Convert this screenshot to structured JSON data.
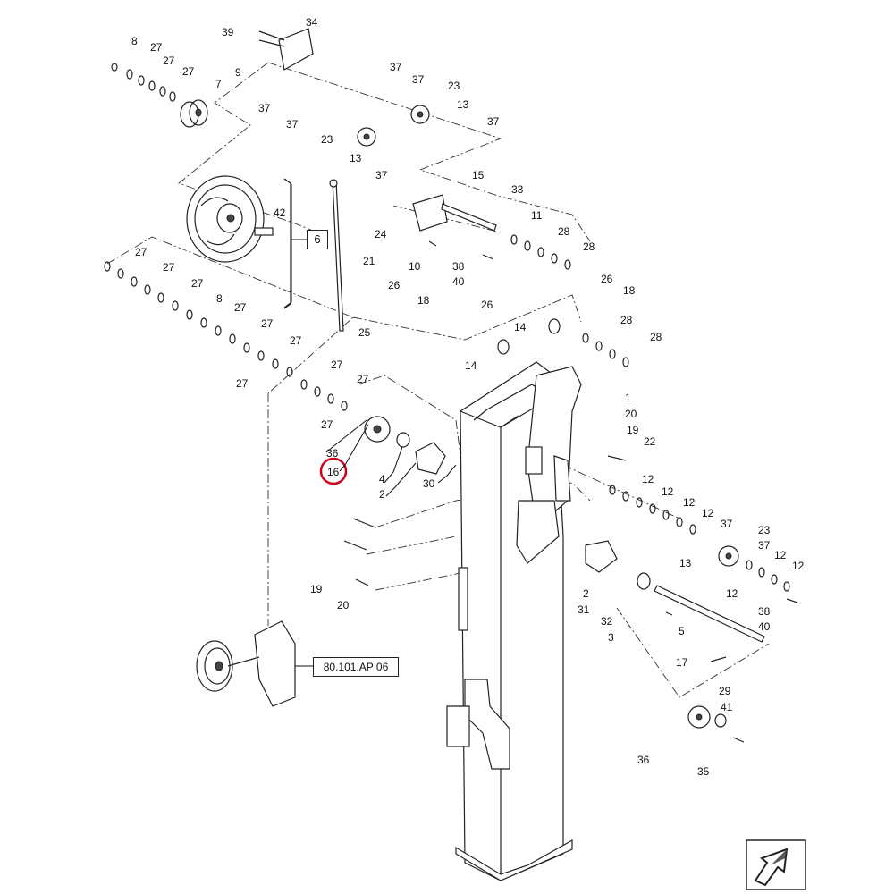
{
  "highlighted": "16",
  "colors": {
    "line": "#222222",
    "highlight": "#d0021b",
    "background": "#ffffff"
  },
  "ref_boxes": {
    "group": "6",
    "cross_ref": "80.101.AP 06"
  },
  "callouts": [
    {
      "id": "c1",
      "label": "39"
    },
    {
      "id": "c2",
      "label": "34"
    },
    {
      "id": "c3",
      "label": "9"
    },
    {
      "id": "c4",
      "label": "8"
    },
    {
      "id": "c5",
      "label": "27"
    },
    {
      "id": "c6",
      "label": "27"
    },
    {
      "id": "c7",
      "label": "27"
    },
    {
      "id": "c8",
      "label": "7"
    },
    {
      "id": "c9",
      "label": "37"
    },
    {
      "id": "c10",
      "label": "37"
    },
    {
      "id": "c11",
      "label": "23"
    },
    {
      "id": "c12",
      "label": "13"
    },
    {
      "id": "c13",
      "label": "37"
    },
    {
      "id": "c14",
      "label": "37"
    },
    {
      "id": "c15",
      "label": "37"
    },
    {
      "id": "c16",
      "label": "23"
    },
    {
      "id": "c17",
      "label": "13"
    },
    {
      "id": "c18",
      "label": "37"
    },
    {
      "id": "c19",
      "label": "15"
    },
    {
      "id": "c20",
      "label": "33"
    },
    {
      "id": "c21",
      "label": "42"
    },
    {
      "id": "c22",
      "label": "11"
    },
    {
      "id": "c23",
      "label": "24"
    },
    {
      "id": "c24",
      "label": "28"
    },
    {
      "id": "c25",
      "label": "28"
    },
    {
      "id": "c26",
      "label": "10"
    },
    {
      "id": "c27",
      "label": "38"
    },
    {
      "id": "c28",
      "label": "40"
    },
    {
      "id": "c29",
      "label": "21"
    },
    {
      "id": "c30",
      "label": "27"
    },
    {
      "id": "c31",
      "label": "27"
    },
    {
      "id": "c32",
      "label": "27"
    },
    {
      "id": "c33",
      "label": "8"
    },
    {
      "id": "c34",
      "label": "27"
    },
    {
      "id": "c35",
      "label": "27"
    },
    {
      "id": "c36",
      "label": "27"
    },
    {
      "id": "c37",
      "label": "26"
    },
    {
      "id": "c38",
      "label": "18"
    },
    {
      "id": "c39",
      "label": "26"
    },
    {
      "id": "c40",
      "label": "26"
    },
    {
      "id": "c41",
      "label": "18"
    },
    {
      "id": "c42",
      "label": "25"
    },
    {
      "id": "c43",
      "label": "14"
    },
    {
      "id": "c44",
      "label": "28"
    },
    {
      "id": "c45",
      "label": "28"
    },
    {
      "id": "c46",
      "label": "14"
    },
    {
      "id": "c47",
      "label": "27"
    },
    {
      "id": "c48",
      "label": "27"
    },
    {
      "id": "c49",
      "label": "27"
    },
    {
      "id": "c50",
      "label": "1"
    },
    {
      "id": "c51",
      "label": "20"
    },
    {
      "id": "c52",
      "label": "27"
    },
    {
      "id": "c53",
      "label": "19"
    },
    {
      "id": "c54",
      "label": "22"
    },
    {
      "id": "c55",
      "label": "36"
    },
    {
      "id": "c56",
      "label": "16"
    },
    {
      "id": "c57",
      "label": "4"
    },
    {
      "id": "c58",
      "label": "2"
    },
    {
      "id": "c59",
      "label": "30"
    },
    {
      "id": "c60",
      "label": "12"
    },
    {
      "id": "c61",
      "label": "12"
    },
    {
      "id": "c62",
      "label": "12"
    },
    {
      "id": "c63",
      "label": "12"
    },
    {
      "id": "c64",
      "label": "37"
    },
    {
      "id": "c65",
      "label": "23"
    },
    {
      "id": "c66",
      "label": "37"
    },
    {
      "id": "c67",
      "label": "13"
    },
    {
      "id": "c68",
      "label": "12"
    },
    {
      "id": "c69",
      "label": "12"
    },
    {
      "id": "c70",
      "label": "12"
    },
    {
      "id": "c71",
      "label": "19"
    },
    {
      "id": "c72",
      "label": "20"
    },
    {
      "id": "c73",
      "label": "2"
    },
    {
      "id": "c74",
      "label": "31"
    },
    {
      "id": "c75",
      "label": "32"
    },
    {
      "id": "c76",
      "label": "3"
    },
    {
      "id": "c77",
      "label": "38"
    },
    {
      "id": "c78",
      "label": "40"
    },
    {
      "id": "c79",
      "label": "5"
    },
    {
      "id": "c80",
      "label": "17"
    },
    {
      "id": "c81",
      "label": "29"
    },
    {
      "id": "c82",
      "label": "41"
    },
    {
      "id": "c83",
      "label": "36"
    },
    {
      "id": "c84",
      "label": "35"
    }
  ]
}
